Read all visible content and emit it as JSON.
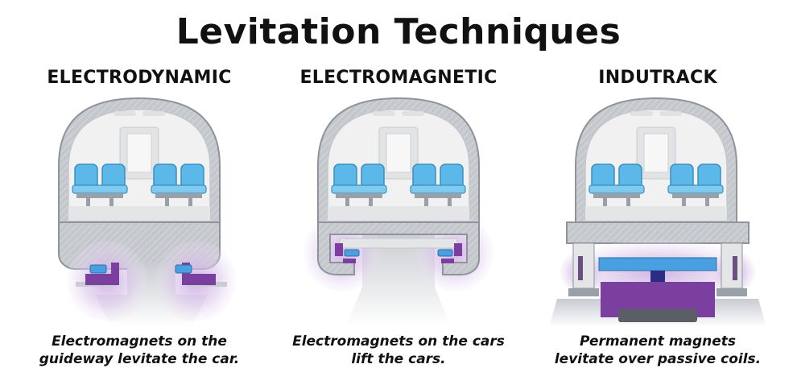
{
  "title": "Levitation Techniques",
  "panels": [
    {
      "heading": "ELECTRODYNAMIC",
      "caption": [
        "Electromagnets on the",
        "guideway levitate the car."
      ]
    },
    {
      "heading": "ELECTROMAGNETIC",
      "caption": [
        "Electromagnets on the cars",
        "lift the cars."
      ]
    },
    {
      "heading": "INDUTRACK",
      "caption": [
        "Permanent magnets",
        "levitate over passive coils."
      ]
    }
  ],
  "colors": {
    "shell": "#b9bcc2",
    "interior": "#efefef",
    "seat": "#5bb8e8",
    "magnet_purple": "#7b3fa0",
    "magnet_blue": "#4a9fe0",
    "glow": "#d9c6ea"
  }
}
